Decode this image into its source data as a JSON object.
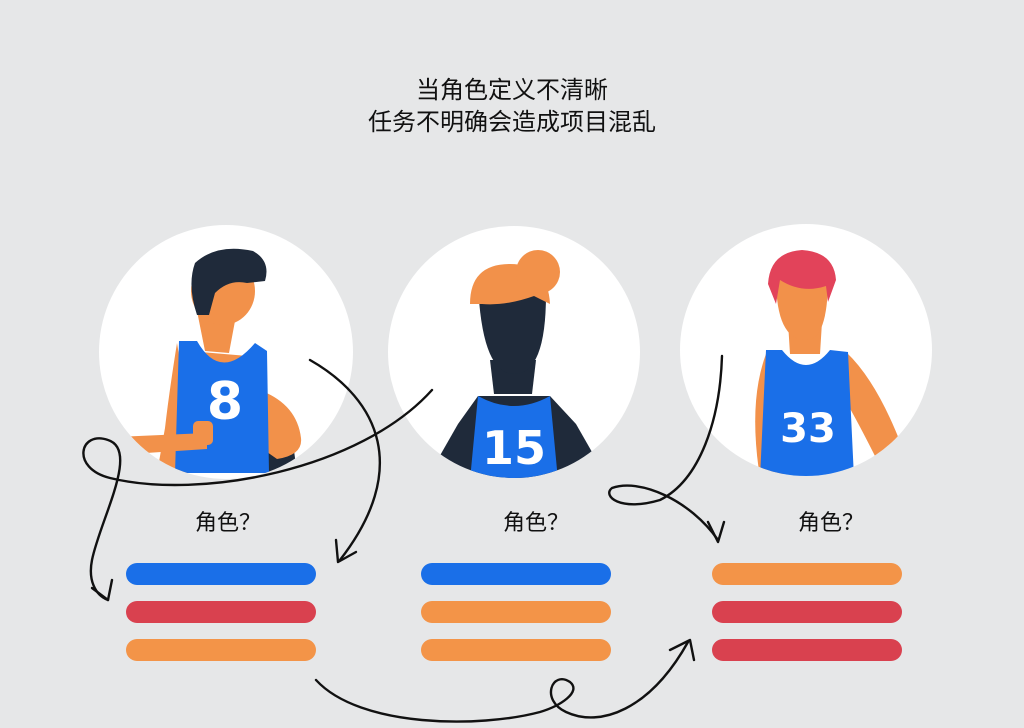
{
  "title": {
    "line1": "当角色定义不清晰",
    "line2": "任务不明确会造成项目混乱"
  },
  "colors": {
    "blue": "#1a6fe8",
    "red": "#d9414f",
    "orange": "#f39448",
    "background": "#e6e7e8"
  },
  "players": [
    {
      "number": "8",
      "role_label": "角色？",
      "task_bars": [
        "blue",
        "red",
        "orange"
      ]
    },
    {
      "number": "15",
      "role_label": "角色？",
      "task_bars": [
        "blue",
        "orange",
        "orange"
      ]
    },
    {
      "number": "33",
      "role_label": "角色？",
      "task_bars": [
        "orange",
        "red",
        "red"
      ]
    }
  ]
}
